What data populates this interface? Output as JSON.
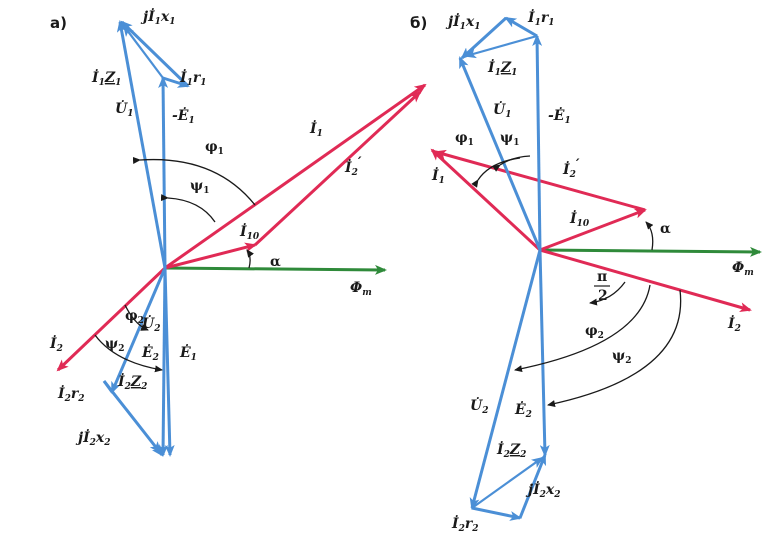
{
  "colors": {
    "blue": "#4b8fd6",
    "red": "#e02a55",
    "green": "#2f8a3a",
    "dark": "#1a1a1a"
  },
  "panels": {
    "a": "а)",
    "b": "б)"
  },
  "labels_a": {
    "jI1x1_pre": "j",
    "jI1x1_I": "İ",
    "jI1x1_sub": "1",
    "jI1x1_x": "x",
    "jI1x1_xsub": "1",
    "I1Z1_I": "İ",
    "I1Z1_sub": "1",
    "I1Z1_Z": "Z",
    "I1Z1_zsub": "1",
    "I1r1_I": "İ",
    "I1r1_sub": "1",
    "I1r1_r": "r",
    "I1r1_rsub": "1",
    "U1": "U̇",
    "U1_sub": "1",
    "mE1": "-Ė",
    "mE1_sub": "1",
    "phi1": "φ",
    "phi1_sub": "1",
    "psi1": "ψ",
    "psi1_sub": "1",
    "I1": "İ",
    "I1_sub": "1",
    "I2p": "İ",
    "I2p_sub": "2",
    "I2p_prime": "′",
    "I10": "İ",
    "I10_sub": "10",
    "alpha": "α",
    "Phi": "Φ",
    "Phi_sub": "m",
    "I2": "İ",
    "I2_sub": "2",
    "phi2": "φ",
    "phi2_sub": "2",
    "psi2": "ψ",
    "psi2_sub": "2",
    "U2": "U̇",
    "U2_sub": "2",
    "E2": "Ė",
    "E2_sub": "2",
    "E1": "Ė",
    "E1_sub": "1",
    "I2r2_I": "İ",
    "I2r2_sub": "2",
    "I2r2_r": "r",
    "I2r2_rsub": "2",
    "I2Z2_I": "İ",
    "I2Z2_sub": "2",
    "I2Z2_Z": "Z",
    "I2Z2_zsub": "2",
    "jI2x2_pre": "j",
    "jI2x2_I": "İ",
    "jI2x2_sub": "2",
    "jI2x2_x": "x",
    "jI2x2_xsub": "2"
  },
  "labels_b": {
    "jI1x1_pre": "j",
    "jI1x1_I": "İ",
    "jI1x1_sub": "1",
    "jI1x1_x": "x",
    "jI1x1_xsub": "1",
    "I1r1_I": "İ",
    "I1r1_sub": "1",
    "I1r1_r": "r",
    "I1r1_rsub": "1",
    "I1Z1_I": "İ",
    "I1Z1_sub": "1",
    "I1Z1_Z": "Z",
    "I1Z1_zsub": "1",
    "U1": "U̇",
    "U1_sub": "1",
    "mE1": "-Ė",
    "mE1_sub": "1",
    "phi1": "φ",
    "phi1_sub": "1",
    "psi1": "ψ",
    "psi1_sub": "1",
    "I1": "İ",
    "I1_sub": "1",
    "I2p": "İ",
    "I2p_sub": "2",
    "I2p_prime": "′",
    "I10": "İ",
    "I10_sub": "10",
    "alpha": "α",
    "Phi": "Φ",
    "Phi_sub": "m",
    "pi": "π",
    "two": "2",
    "I2": "İ",
    "I2_sub": "2",
    "phi2": "φ",
    "phi2_sub": "2",
    "psi2": "ψ",
    "psi2_sub": "2",
    "U2": "U̇",
    "U2_sub": "2",
    "E2": "Ė",
    "E2_sub": "2",
    "I2Z2_I": "İ",
    "I2Z2_sub": "2",
    "I2Z2_Z": "Z",
    "I2Z2_zsub": "2",
    "jI2x2_pre": "j",
    "jI2x2_I": "İ",
    "jI2x2_sub": "2",
    "jI2x2_x": "x",
    "jI2x2_xsub": "2",
    "I2r2_I": "İ",
    "I2r2_sub": "2",
    "I2r2_r": "r",
    "I2r2_rsub": "2"
  }
}
